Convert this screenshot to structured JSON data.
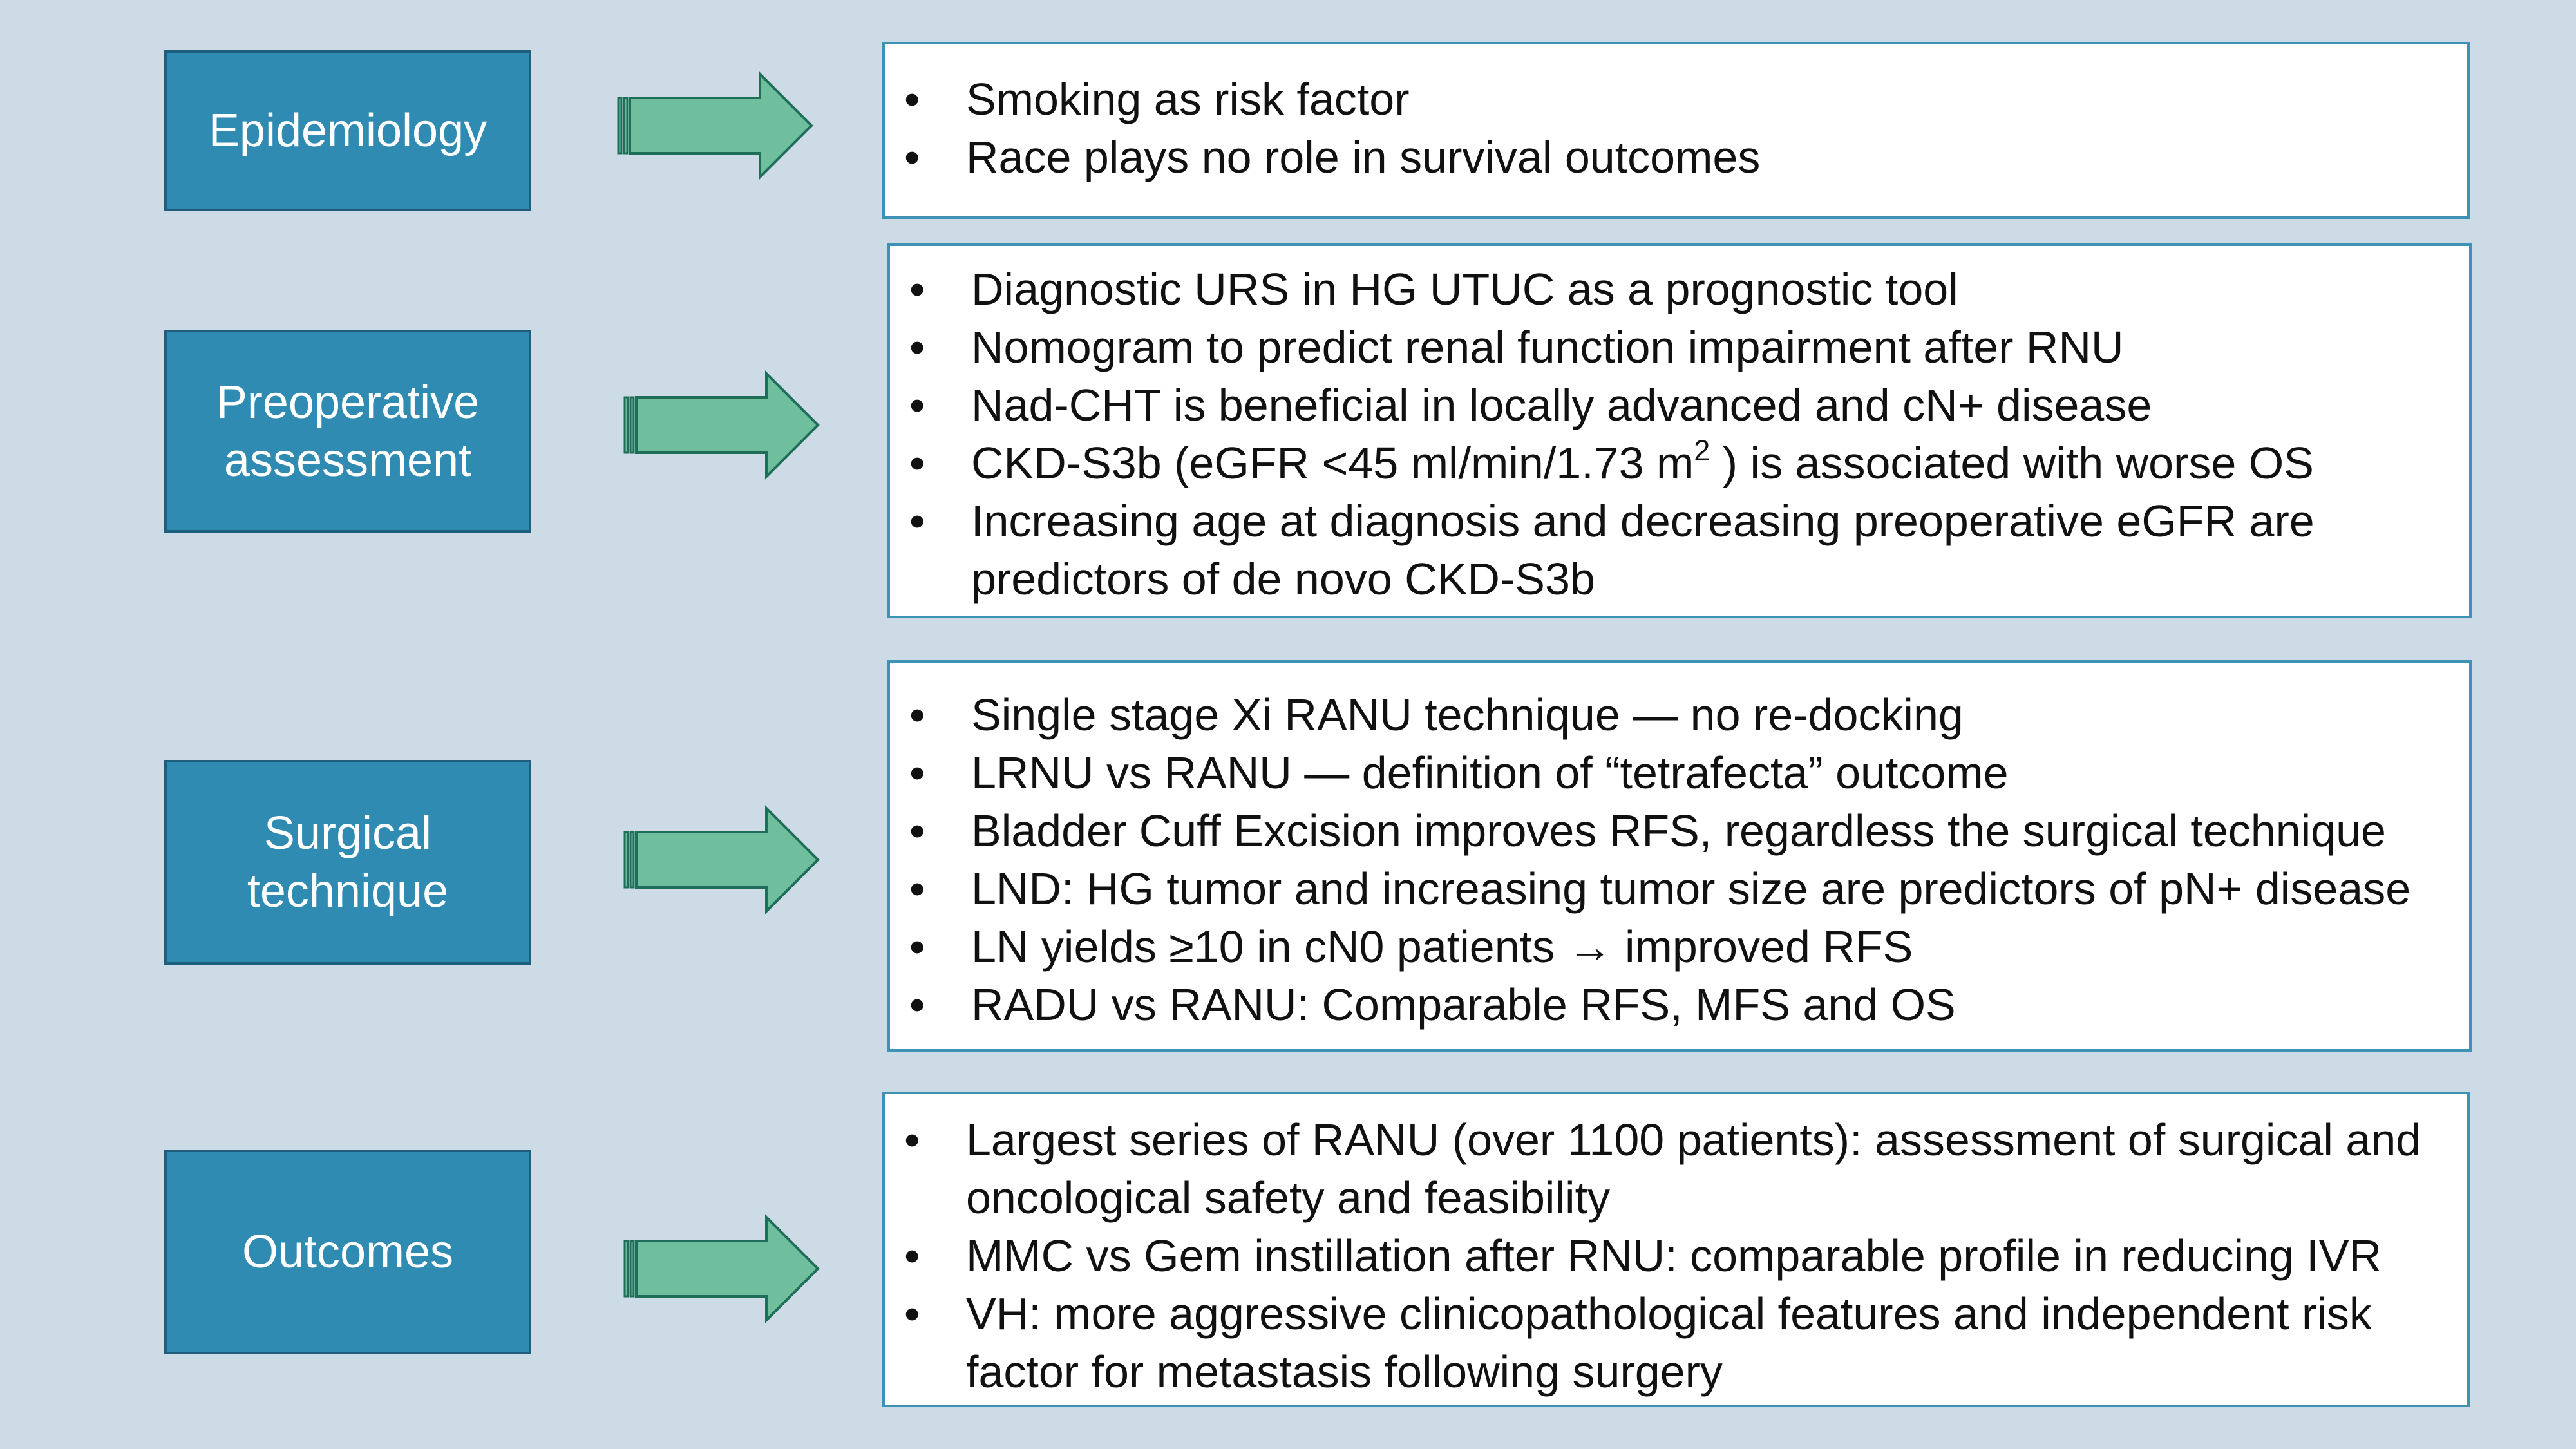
{
  "rows": [
    {
      "label": "Epidemiology",
      "bullets": [
        "Smoking as risk factor",
        "Race plays no role in survival outcomes"
      ]
    },
    {
      "label": "Preoperative\nassessment",
      "bullets": [
        "Diagnostic URS in HG UTUC as a prognostic tool",
        "Nomogram to predict renal function impairment after RNU",
        "Nad-CHT is beneficial in locally advanced and cN+ disease",
        "CKD-S3b (eGFR <45 ml/min/1.73 m",
        "Increasing age at diagnosis and decreasing preoperative eGFR are predictors of de novo CKD-S3b"
      ],
      "bullet3_sup": "2",
      "bullet3_tail": " ) is associated with worse OS"
    },
    {
      "label": "Surgical\ntechnique",
      "bullets": [
        "Single stage Xi RANU technique — no re-docking",
        "LRNU vs RANU — definition of “tetrafecta” outcome",
        "Bladder Cuff Excision improves RFS, regardless the surgical technique",
        "LND: HG tumor and increasing tumor size are predictors of pN+ disease",
        "LN yields ≥10 in cN0 patients → improved RFS",
        "RADU vs RANU: Comparable RFS, MFS and OS"
      ]
    },
    {
      "label": "Outcomes",
      "bullets": [
        "Largest series of RANU (over 1100 patients): assessment of surgical and oncological safety and feasibility",
        "MMC vs Gem instillation after RNU: comparable profile in reducing IVR",
        "VH: more aggressive clinicopathological features and independent risk factor for metastasis following surgery"
      ]
    }
  ],
  "colors": {
    "background": "#cddbe7",
    "label_fill": "#2f8bb1",
    "arrow_fill": "#6fbf9f",
    "content_border": "#3e93b5"
  },
  "icons": {
    "arrow": "right-arrow-icon"
  }
}
